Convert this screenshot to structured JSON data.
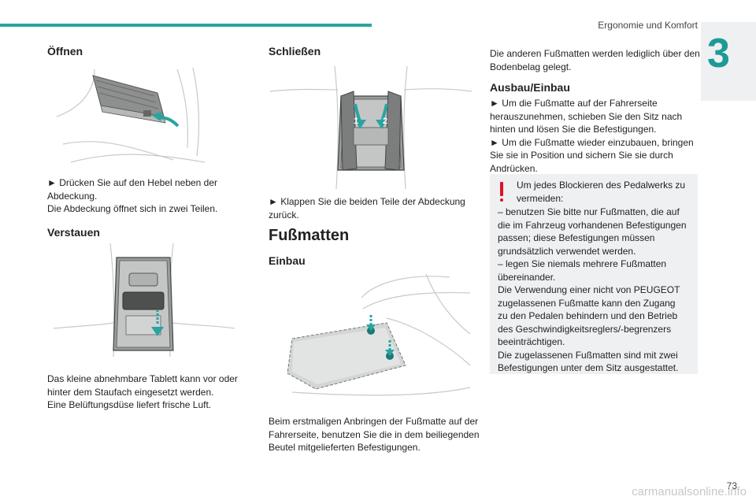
{
  "header": {
    "section_title": "Ergonomie und Komfort",
    "chapter_number": "3"
  },
  "col1": {
    "heading_open": "Öffnen",
    "open_step": "► Drücken Sie auf den Hebel neben der",
    "open_step_2": "Abdeckung.",
    "open_result": "Die Abdeckung öffnet sich in zwei Teilen.",
    "heading_store": "Verstauen",
    "store_line1": "Das kleine abnehmbare Tablett kann vor oder",
    "store_line2": "hinter dem Staufach eingesetzt werden.",
    "store_line3": "Eine Belüftungsdüse liefert frische Luft."
  },
  "col2": {
    "heading_close": "Schließen",
    "close_step": "► Klappen Sie die beiden Teile der Abdeckung",
    "close_step_2": "zurück.",
    "heading_mats": "Fußmatten",
    "heading_install": "Einbau",
    "install_line1": "Beim erstmaligen Anbringen der Fußmatte auf der",
    "install_line2": "Fahrerseite, benutzen Sie die in dem beiliegenden",
    "install_line3": "Beutel mitgelieferten Befestigungen.",
    "callout_1": "1",
    "callout_2": "2"
  },
  "col3": {
    "intro_line1": "Die anderen Fußmatten werden lediglich über den",
    "intro_line2": "Bodenbelag gelegt.",
    "heading_removal": "Ausbau/Einbau",
    "removal_lines": [
      "► Um die Fußmatte auf der Fahrerseite",
      "herauszunehmen, schieben Sie den Sitz nach",
      "hinten und lösen Sie die Befestigungen.",
      "► Um die Fußmatte wieder einzubauen, bringen",
      "Sie sie in Position und sichern Sie sie durch",
      "Andrücken."
    ],
    "warning_first": [
      "Um jedes Blockieren des Pedalwerks zu",
      "vermeiden:"
    ],
    "warning_lines": [
      "– benutzen Sie bitte nur Fußmatten, die auf",
      "die im Fahrzeug vorhandenen Befestigungen",
      "passen; diese Befestigungen müssen",
      "grundsätzlich verwendet werden.",
      "– legen Sie niemals mehrere Fußmatten",
      "übereinander.",
      "Die Verwendung einer nicht von PEUGEOT",
      "zugelassenen Fußmatte kann den Zugang",
      "zu den Pedalen behindern und den Betrieb",
      "des Geschwindigkeitsreglers/-begrenzers",
      "beeinträchtigen.",
      "Die zugelassenen Fußmatten sind mit zwei",
      "Befestigungen unter dem Sitz ausgestattet."
    ]
  },
  "footer": {
    "page_number": "73",
    "watermark": "carmanualsonline.info"
  },
  "colors": {
    "accent": "#2aa4a0",
    "warning": "#e0102b",
    "box_bg": "#eef0f2"
  }
}
